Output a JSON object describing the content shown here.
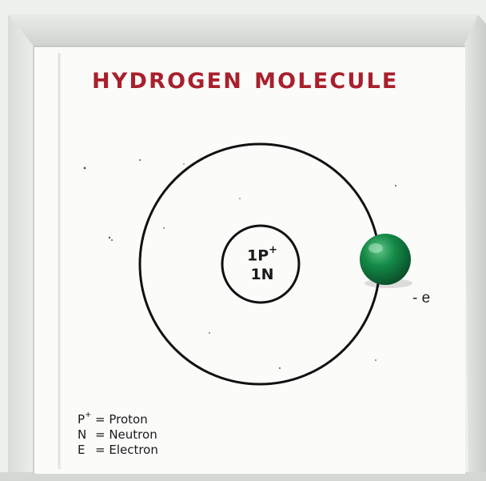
{
  "title": {
    "word1": "HYDROGEN",
    "word2": "MOLECULE"
  },
  "nucleus": {
    "protons_count": "1P",
    "protons_sign": "+",
    "neutrons": "1N"
  },
  "electron_label": "- e",
  "legend": [
    {
      "symbol": "P",
      "sup": "+",
      "meaning": "= Proton"
    },
    {
      "symbol": "N",
      "sup": "",
      "meaning": "= Neutron"
    },
    {
      "symbol": "E",
      "sup": "",
      "meaning": "= Electron"
    }
  ],
  "colors": {
    "title_red": "#a8202c",
    "electron_green": "#0f7a3e",
    "card_white": "#fbfbfa",
    "line_black": "#111111"
  }
}
